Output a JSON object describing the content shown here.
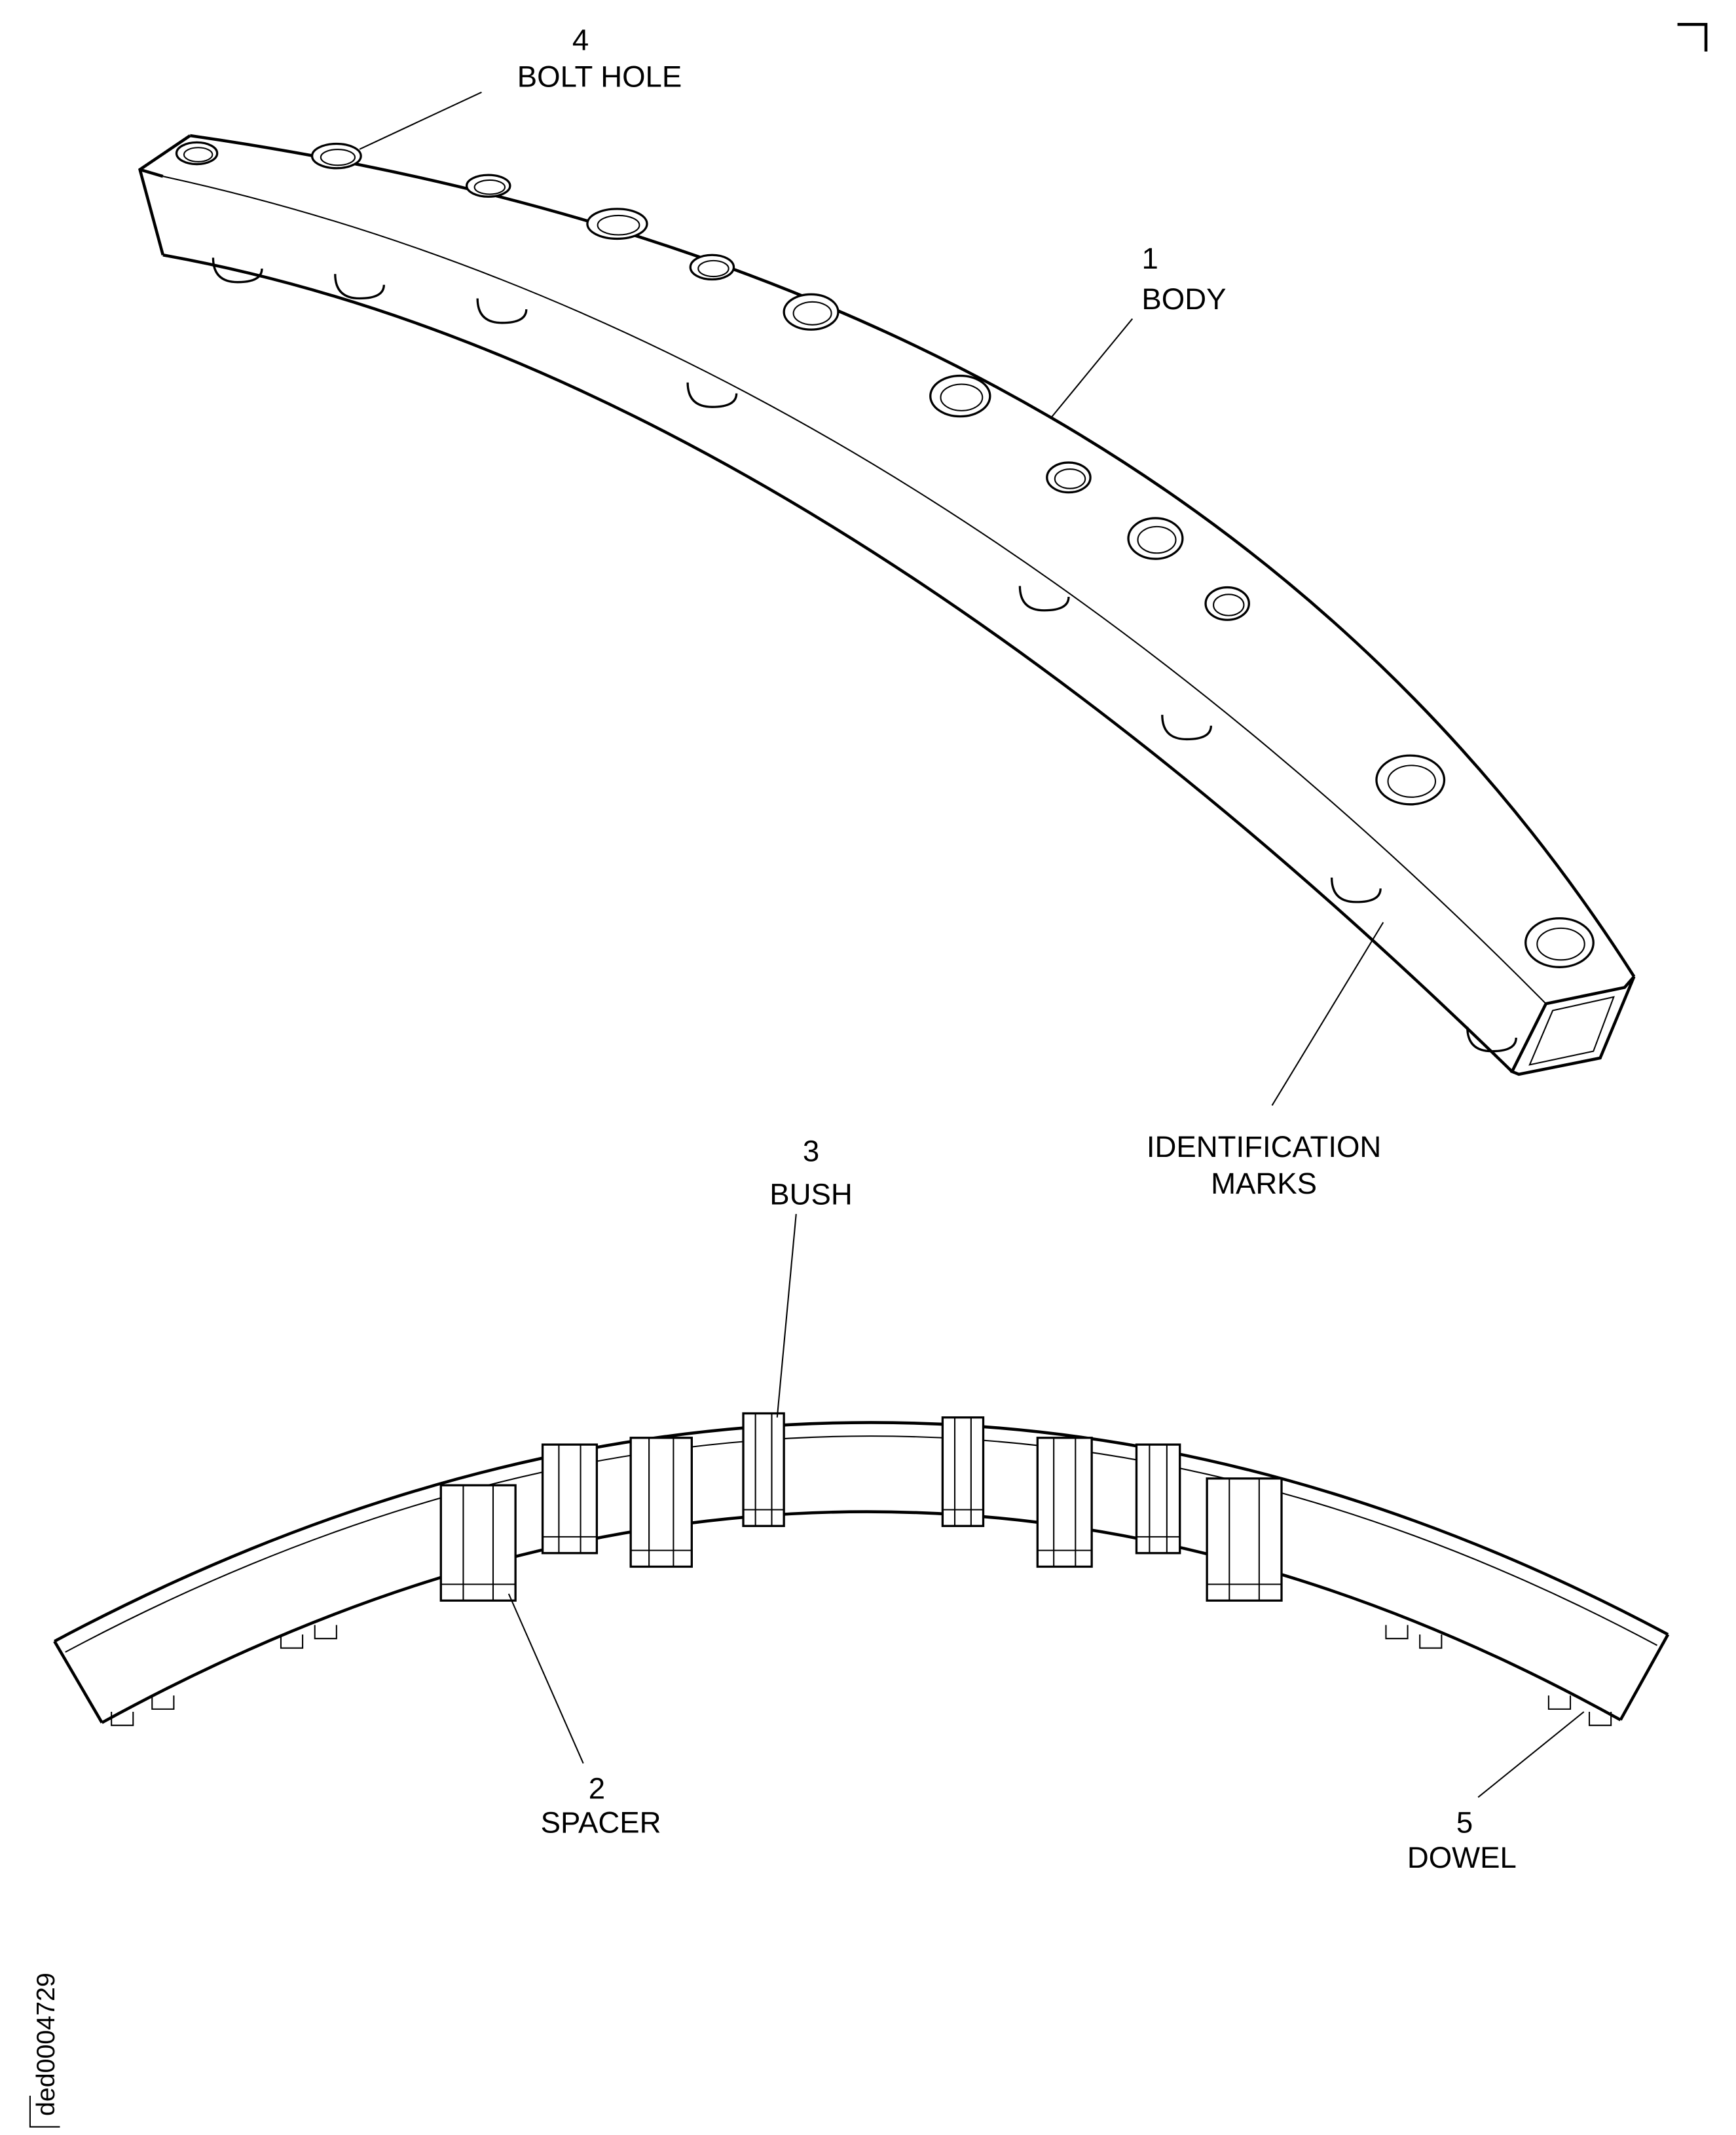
{
  "callouts": {
    "bolt_hole": {
      "number": "4",
      "name": "BOLT HOLE"
    },
    "body": {
      "number": "1",
      "name": "BODY"
    },
    "identification": {
      "line1": "IDENTIFICATION",
      "line2": "MARKS"
    },
    "bush": {
      "number": "3",
      "name": "BUSH"
    },
    "spacer": {
      "number": "2",
      "name": "SPACER"
    },
    "dowel": {
      "number": "5",
      "name": "DOWEL"
    }
  },
  "figure_id": "ded0004729",
  "colors": {
    "ink": "#000000",
    "paper": "#ffffff"
  }
}
